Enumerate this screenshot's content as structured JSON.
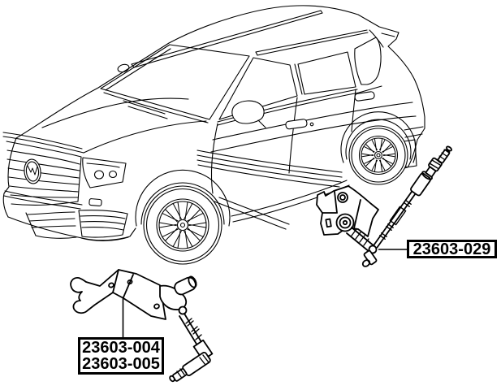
{
  "page": {
    "background_color": "#ffffff",
    "line_color": "#000000",
    "description": "Parts-catalog line illustration: SUV front three-quarter view with two ride-height sensor assemblies and boxed part-number callouts"
  },
  "callouts": {
    "front_sensor": {
      "labels": [
        "23603-004",
        "23603-005"
      ]
    },
    "rear_sensor": {
      "labels": [
        "23603-029"
      ]
    }
  }
}
